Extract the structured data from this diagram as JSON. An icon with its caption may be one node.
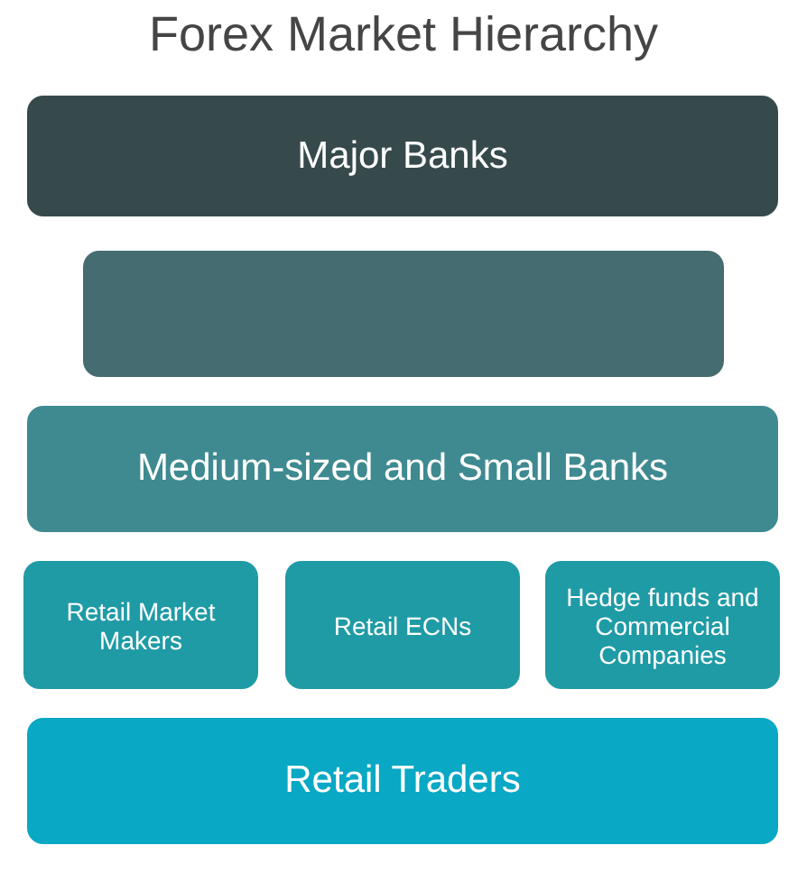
{
  "diagram": {
    "title": "Forex Market Hierarchy",
    "nodes": [
      {
        "text": [
          "Major Banks"
        ]
      },
      {
        "text": [],
        "shape": "box"
      },
      {
        "text": [
          "Medium-sized and Small Banks"
        ]
      },
      {
        "text": [
          "Retail Market Makers"
        ]
      },
      {
        "text": [
          "Retail ECNs"
        ]
      },
      {
        "text": [
          "Hedge funds and Commercial Companies"
        ]
      },
      {
        "text": [
          "Retail Traders"
        ]
      }
    ]
  }
}
